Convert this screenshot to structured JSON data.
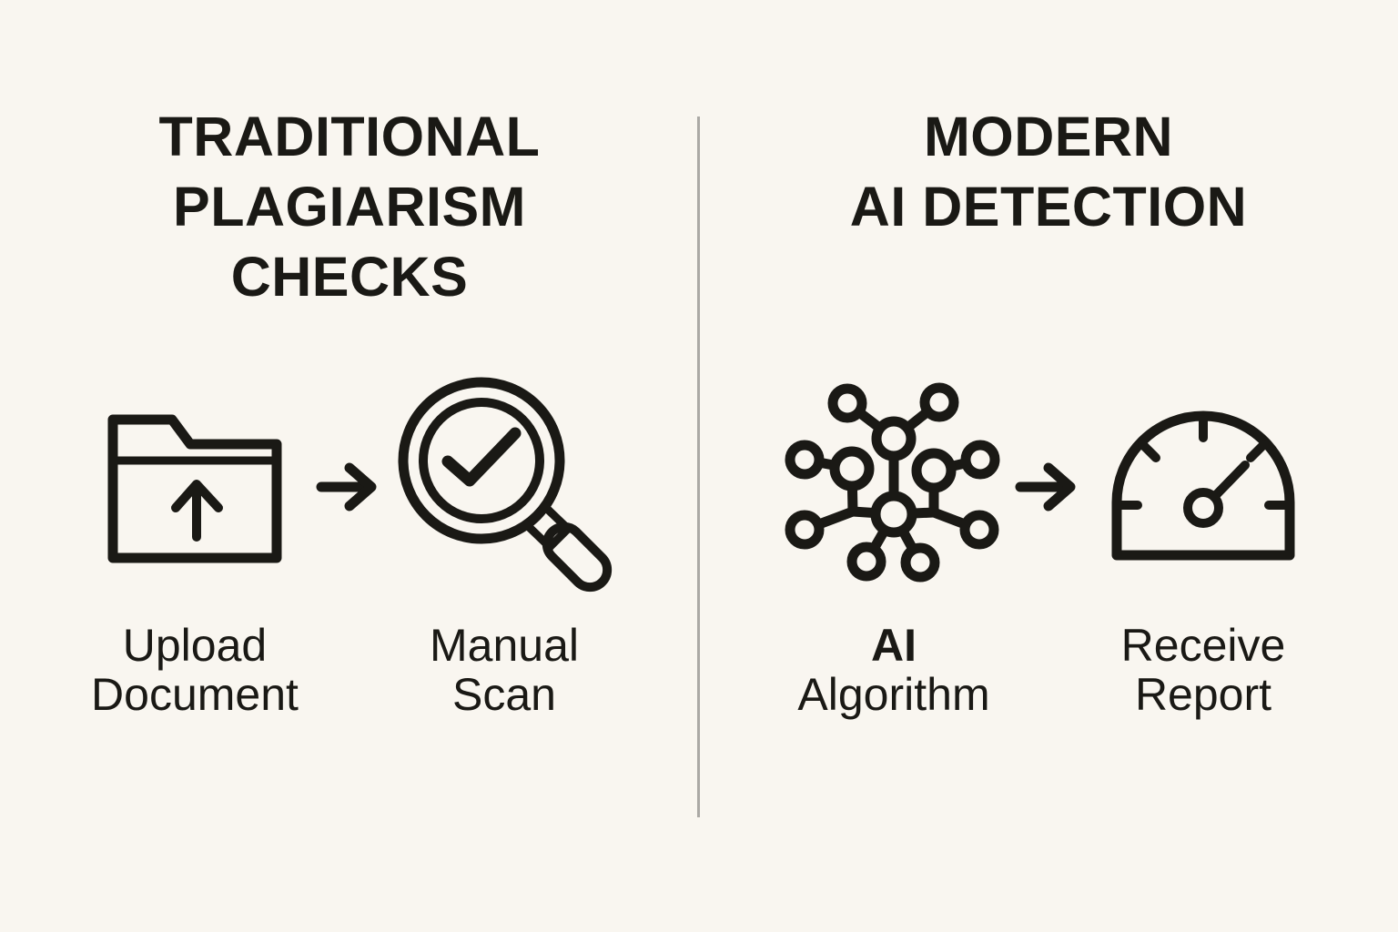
{
  "colors": {
    "background": "#F9F6F0",
    "ink": "#1A1915",
    "divider": "#ABA9A5"
  },
  "left_panel": {
    "title_lines": [
      "TRADITIONAL",
      "PLAGIARISM",
      "CHECKS"
    ],
    "steps": [
      {
        "icon": "folder-upload-icon",
        "label_lines": [
          "Upload",
          "Document"
        ]
      },
      {
        "icon": "magnifying-glass-check-icon",
        "label_lines": [
          "Manual",
          "Scan"
        ]
      }
    ]
  },
  "right_panel": {
    "title_lines": [
      "MODERN",
      "AI DETECTION"
    ],
    "steps": [
      {
        "icon": "ai-network-icon",
        "label_lines": [
          "AI",
          "Algorithm"
        ]
      },
      {
        "icon": "gauge-icon",
        "label_lines": [
          "Receive",
          "Report"
        ]
      }
    ]
  },
  "connector": {
    "icon": "arrow-right-icon"
  }
}
